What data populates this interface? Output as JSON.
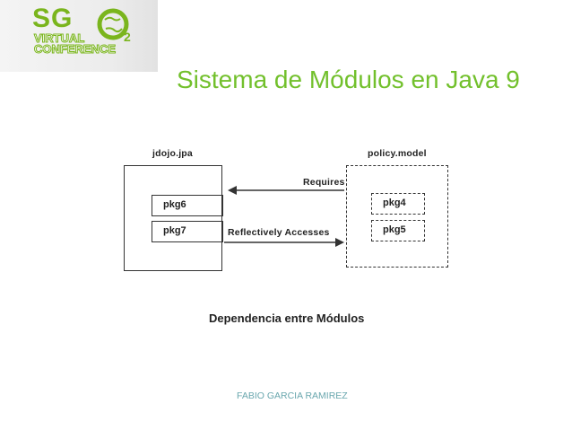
{
  "logo": {
    "line1": "SG",
    "line2": "VIRTUAL",
    "line3": "CONFERENCE",
    "superscript": "2",
    "brand_color": "#7ab51d"
  },
  "slide": {
    "title": "Sistema de Módulos en Java 9",
    "caption": "Dependencia entre Módulos",
    "author": "FABIO GARCIA RAMIREZ",
    "title_color": "#72c02c",
    "author_color": "#6aa7ae"
  },
  "diagram": {
    "left_module": {
      "name": "jdojo.jpa",
      "packages": [
        "pkg6",
        "pkg7"
      ]
    },
    "right_module": {
      "name": "policy.model",
      "packages": [
        "pkg4",
        "pkg5"
      ]
    },
    "arrows": [
      {
        "label": "Requires",
        "direction": "right-to-left"
      },
      {
        "label": "Reflectively Accesses",
        "direction": "left-to-right"
      }
    ]
  }
}
